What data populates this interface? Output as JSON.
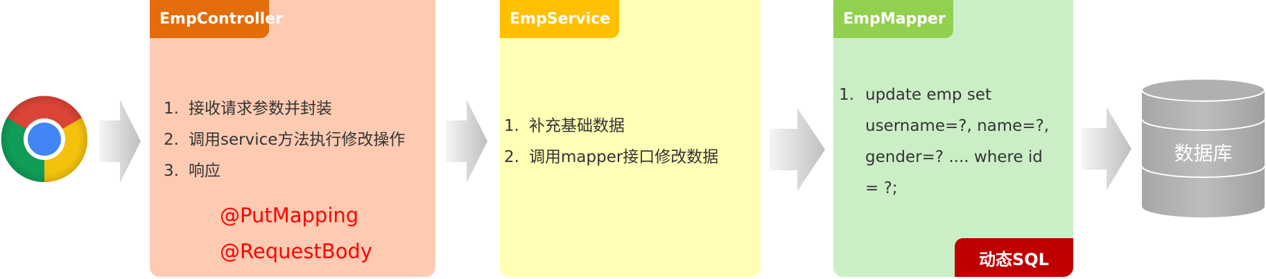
{
  "controller": {
    "title": "EmpController",
    "steps": [
      {
        "num": "1.",
        "text": "接收请求参数并封装"
      },
      {
        "num": "2.",
        "text": "调用service方法执行修改操作"
      },
      {
        "num": "3.",
        "text": "响应"
      }
    ],
    "annotations": [
      "@PutMapping",
      "@RequestBody"
    ]
  },
  "service": {
    "title": "EmpService",
    "steps": [
      {
        "num": "1.",
        "text": "补充基础数据"
      },
      {
        "num": "2.",
        "text": "调用mapper接口修改数据"
      }
    ]
  },
  "mapper": {
    "title": "EmpMapper",
    "num": "1.",
    "lines": [
      "update emp set",
      "username=?, name=?,",
      "gender=? .... where id",
      "= ?;"
    ],
    "badge": "动态SQL"
  },
  "database": {
    "label": "数据库"
  },
  "icons": {
    "browser": "chrome-icon",
    "arrow": "right-arrow-icon",
    "database": "database-icon"
  },
  "colors": {
    "controller_bg": "#fdcbb2",
    "controller_tab": "#e46c0b",
    "service_bg": "#ffffb6",
    "service_tab": "#ffc000",
    "mapper_bg": "#cceec7",
    "mapper_tab": "#92d050",
    "annotation": "#ff0000",
    "badge": "#c00000"
  }
}
